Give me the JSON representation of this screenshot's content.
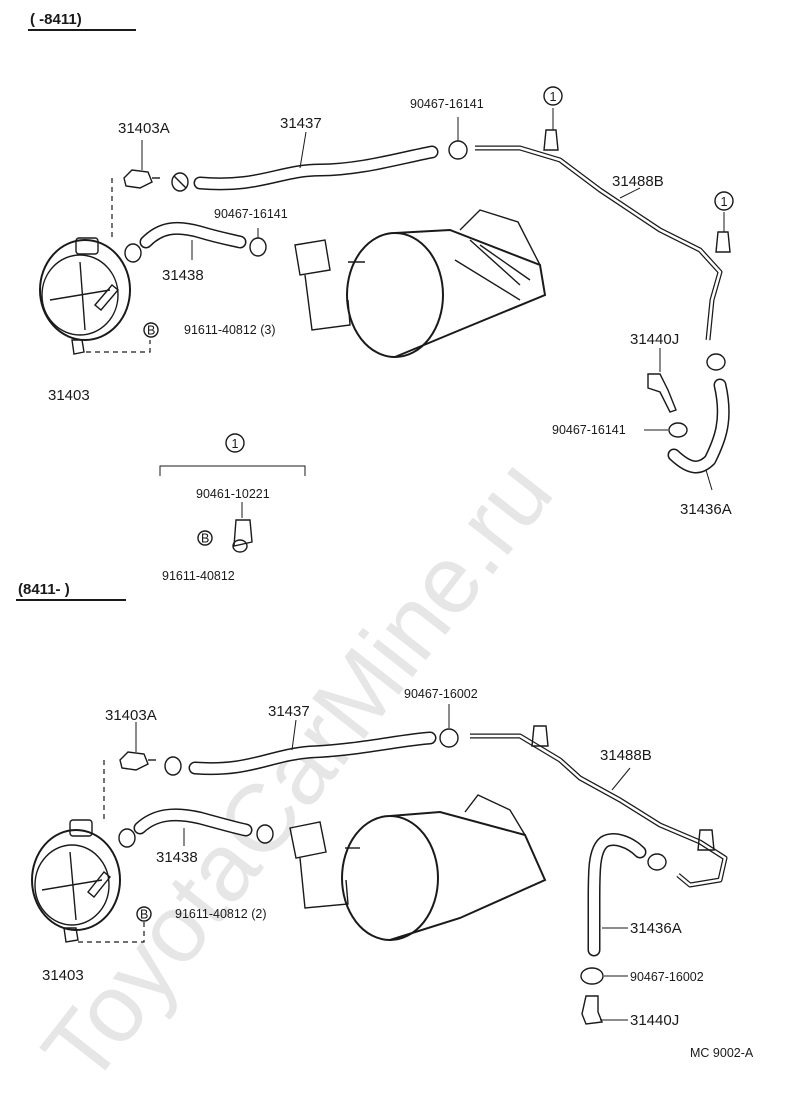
{
  "watermark": "ToyotaCarMine.ru",
  "section_top": {
    "range_label": "(     -8411)"
  },
  "section_bottom": {
    "range_label": "(8411-      )"
  },
  "diagram_id": "MC  9002-A",
  "callouts_top": {
    "c31403A": "31403A",
    "c31437": "31437",
    "c90467_16141_a": "90467-16141",
    "c1_a": "1",
    "c31488B": "31488B",
    "c1_b": "1",
    "c90467_16141_b": "90467-16141",
    "c31438": "31438",
    "cB": "B",
    "c91611_3": "91611-40812 (3)",
    "c31403": "31403",
    "c31440J": "31440J",
    "c90467_16141_c": "90467-16141",
    "c31436A": "31436A"
  },
  "detail_1": {
    "circle": "1",
    "part_a": "90461-10221",
    "bolt": "B",
    "part_b": "91611-40812"
  },
  "callouts_bottom": {
    "c31403A": "31403A",
    "c31437": "31437",
    "c90467_16002_a": "90467-16002",
    "c31488B": "31488B",
    "c31438": "31438",
    "cB": "B",
    "c91611_2": "91611-40812 (2)",
    "c31436A": "31436A",
    "c31403": "31403",
    "c90467_16002_b": "90467-16002",
    "c31440J": "31440J"
  }
}
